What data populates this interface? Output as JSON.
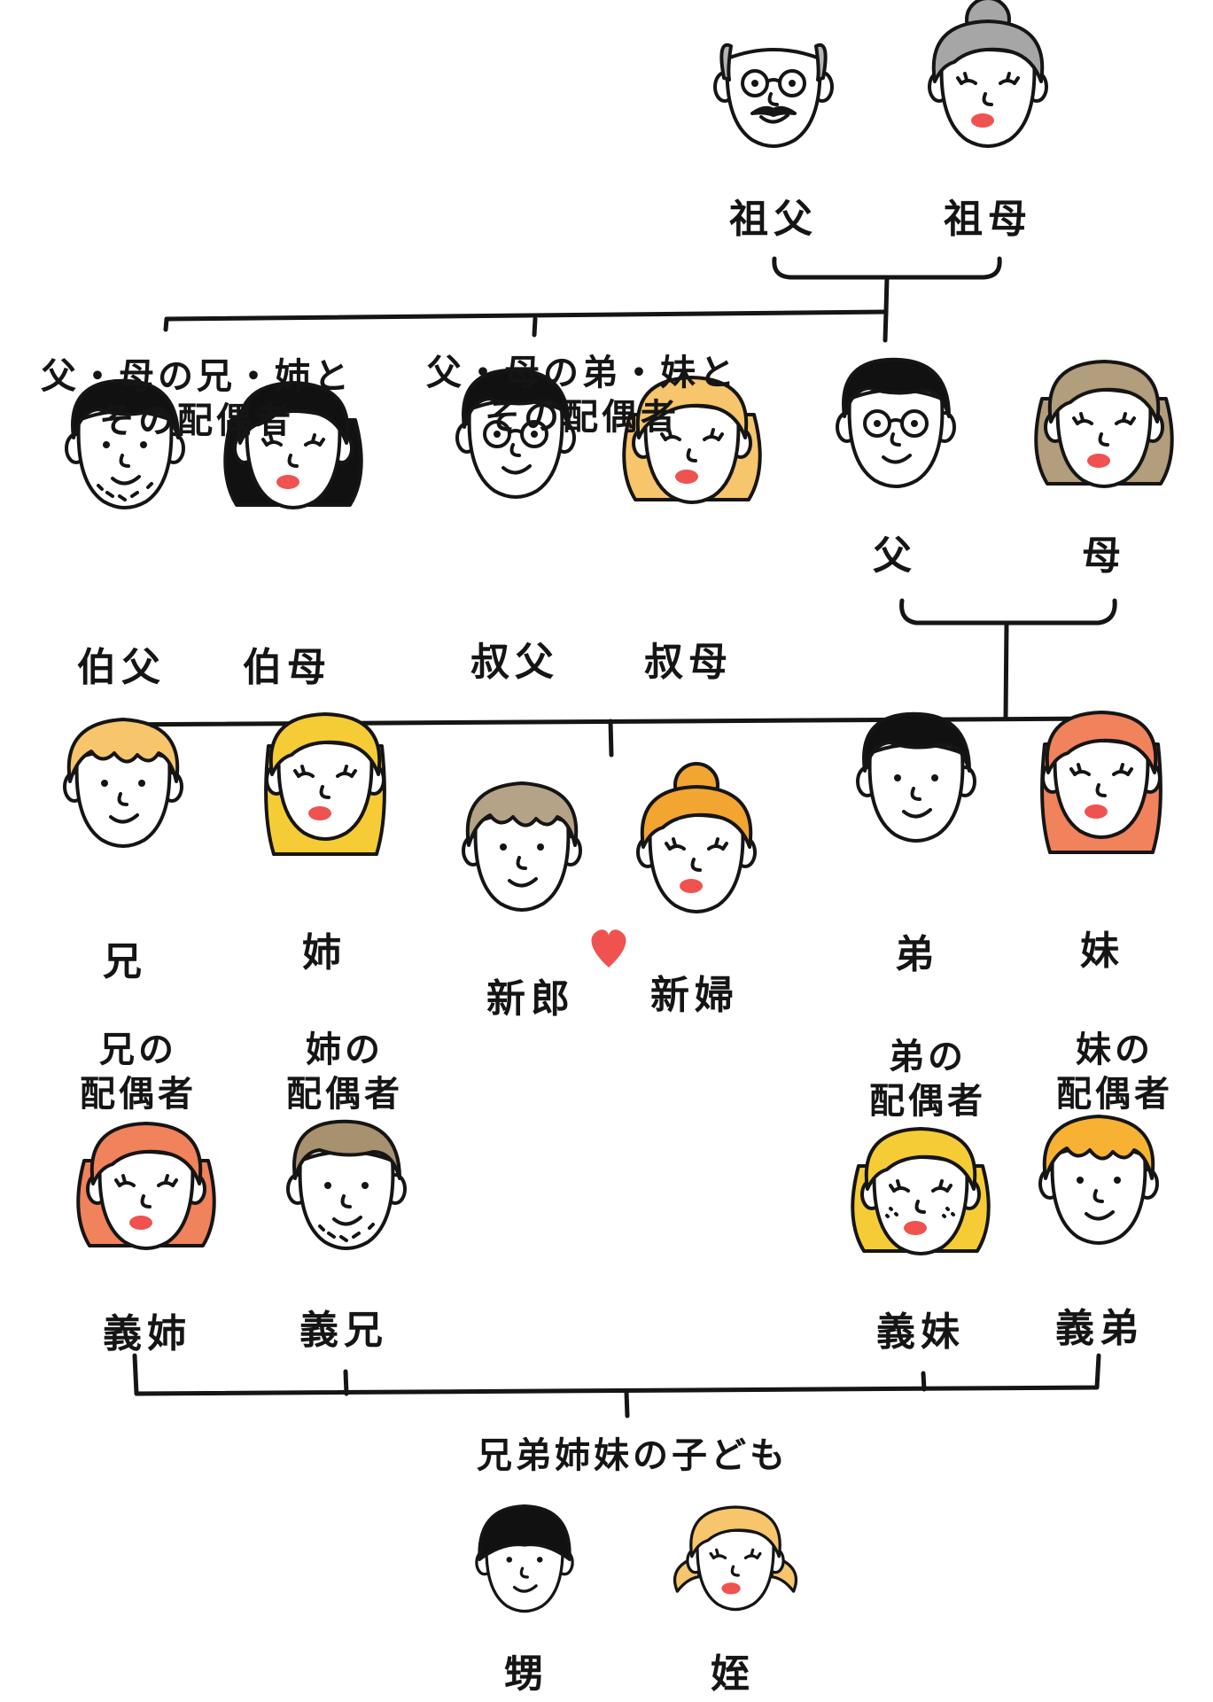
{
  "colors": {
    "ink": "#151515",
    "skin": "#ffffff",
    "lips": "#f0524f",
    "heart": "#f0524f"
  },
  "people": {
    "grandfather": {
      "label": "祖父",
      "hair": "#b5b5b5",
      "style": "bald",
      "glasses": true,
      "mustache": true
    },
    "grandmother": {
      "label": "祖母",
      "hair": "#a6a6a6",
      "style": "bun",
      "female": true
    },
    "uncle_elder": {
      "label": "伯父",
      "hair": "#111111",
      "style": "short",
      "beard": true
    },
    "aunt_elder": {
      "label": "伯母",
      "hair": "#111111",
      "style": "bob",
      "female": true
    },
    "uncle_younger": {
      "label": "叔父",
      "hair": "#111111",
      "style": "short",
      "glasses": true
    },
    "aunt_younger": {
      "label": "叔母",
      "hair": "#f6c56c",
      "style": "bob",
      "female": true
    },
    "father": {
      "label": "父",
      "hair": "#111111",
      "style": "short",
      "glasses": true
    },
    "mother": {
      "label": "母",
      "hair": "#b29d7c",
      "style": "bob",
      "female": true
    },
    "elder_brother": {
      "label": "兄",
      "hair": "#f6c56c",
      "style": "fringe"
    },
    "elder_sister": {
      "label": "姉",
      "hair": "#f6cc36",
      "style": "long",
      "female": true
    },
    "groom": {
      "label": "新郎",
      "hair": "#b5a387",
      "style": "fringe"
    },
    "bride": {
      "label": "新婦",
      "hair": "#f3a531",
      "style": "bun",
      "female": true
    },
    "younger_brother": {
      "label": "弟",
      "hair": "#111111",
      "style": "short"
    },
    "younger_sister": {
      "label": "妹",
      "hair": "#f0825c",
      "style": "long",
      "female": true
    },
    "sister_in_law_elder": {
      "label": "義姉",
      "hair": "#f0825c",
      "style": "bob",
      "female": true
    },
    "brother_in_law_elder": {
      "label": "義兄",
      "hair": "#a8916e",
      "style": "short",
      "beard": true
    },
    "sister_in_law_younger": {
      "label": "義妹",
      "hair": "#f6cc36",
      "style": "bob",
      "female": true,
      "freckles": true
    },
    "brother_in_law_younger": {
      "label": "義弟",
      "hair": "#f7b233",
      "style": "fringe"
    },
    "nephew": {
      "label": "甥",
      "hair": "#111111",
      "style": "bowl"
    },
    "niece": {
      "label": "姪",
      "hair": "#f6c56c",
      "style": "pigtails",
      "female": true
    }
  },
  "captions": {
    "parents_elder_siblings": [
      "父・母の兄・姉と",
      "その配偶者"
    ],
    "parents_younger_siblings": [
      "父・母の弟・妹と",
      "その配偶者"
    ],
    "elder_brother_spouse": [
      "兄の",
      "配偶者"
    ],
    "elder_sister_spouse": [
      "姉の",
      "配偶者"
    ],
    "younger_brother_spouse": [
      "弟の",
      "配偶者"
    ],
    "younger_sister_spouse": [
      "妹の",
      "配偶者"
    ],
    "siblings_children": "兄弟姉妹の子ども"
  }
}
